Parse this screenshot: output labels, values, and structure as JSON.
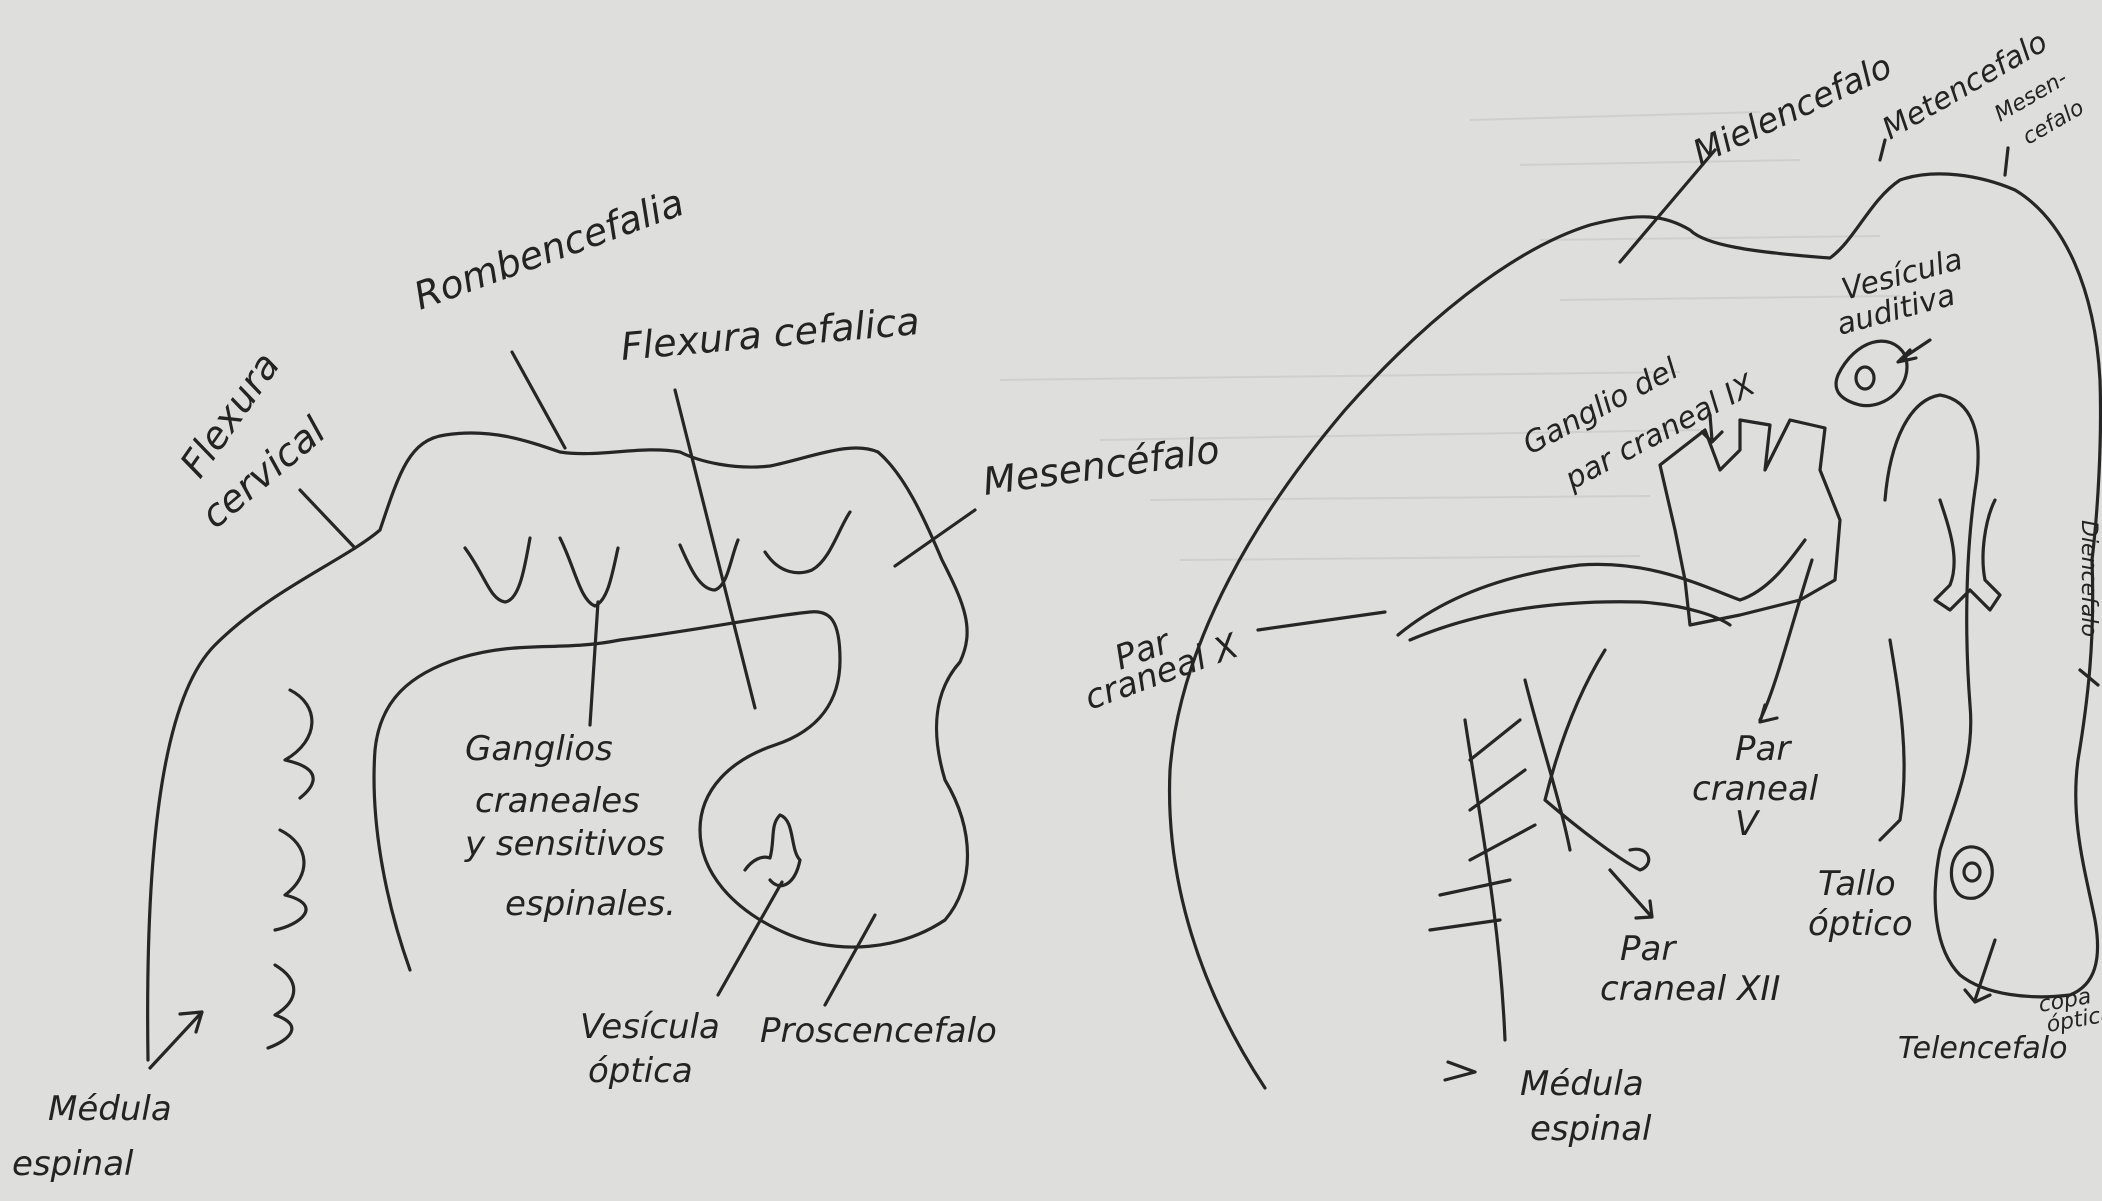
{
  "paper": {
    "background": "#dedfdc",
    "ink": "#262626"
  },
  "left_diagram": {
    "labels": {
      "flexura_cervical_1": "Flexura",
      "flexura_cervical_2": "cervical",
      "rombencefalia": "Rombencefalia",
      "flexura_cefalica": "Flexura cefalica",
      "mesencefalo": "Mesencéfalo",
      "ganglios_1": "Ganglios",
      "ganglios_2": "craneales",
      "ganglios_3": "y sensitivos",
      "ganglios_4": "espinales.",
      "vesicula_1": "Vesícula",
      "vesicula_2": "óptica",
      "proscencefalo": "Proscencefalo",
      "medula_1": "Médula",
      "medula_2": "espinal"
    }
  },
  "right_diagram": {
    "labels": {
      "mielencefalo": "Mielencefalo",
      "metencefalo": "Metencefalo",
      "mesencefalo_1": "Mesen-",
      "mesencefalo_2": "cefalo",
      "vesicula_auditiva_1": "Vesícula",
      "vesicula_auditiva_2": "auditiva",
      "ganglio_1": "Ganglio del",
      "ganglio_2": "par craneal IX",
      "par_craneal_x_1": "Par",
      "par_craneal_x_2": "craneal X",
      "par_craneal_v_1": "Par",
      "par_craneal_v_2": "craneal",
      "par_craneal_v_3": "V",
      "diencefalo": "Diencefalo",
      "tallo_1": "Tallo",
      "tallo_2": "óptico",
      "par_craneal_xii_1": "Par",
      "par_craneal_xii_2": "craneal XII",
      "medula_1": "Médula",
      "medula_2": "espinal",
      "telencefalo": "Telencefalo",
      "copa_1": "copa",
      "copa_2": "óptica"
    }
  }
}
